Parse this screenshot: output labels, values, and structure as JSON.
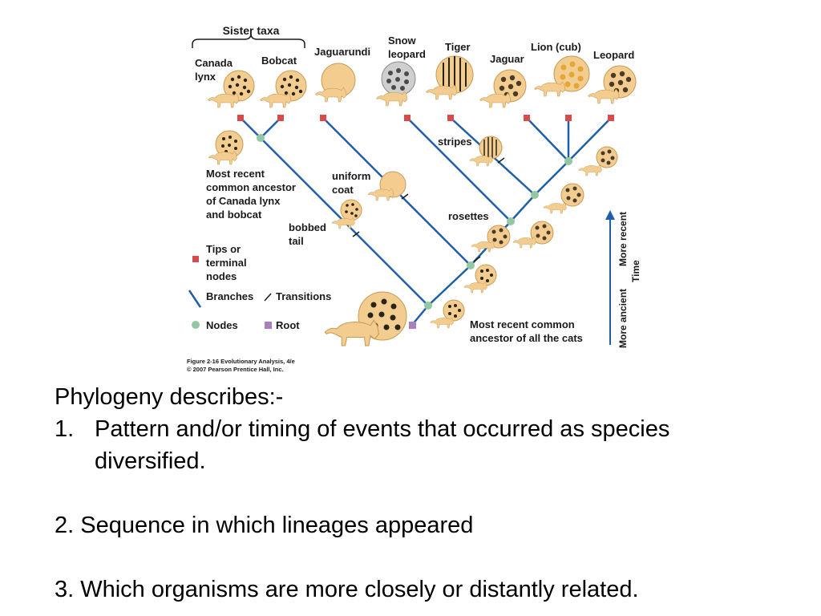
{
  "figure": {
    "sister_taxa": "Sister taxa",
    "tips": {
      "canada_lynx": [
        "Canada",
        "lynx"
      ],
      "bobcat": "Bobcat",
      "jaguarundi": "Jaguarundi",
      "snow_leopard": [
        "Snow",
        "leopard"
      ],
      "tiger": "Tiger",
      "jaguar": "Jaguar",
      "lion": "Lion (cub)",
      "leopard": "Leopard"
    },
    "transitions": {
      "stripes": "stripes",
      "uniform_coat": [
        "uniform",
        "coat"
      ],
      "bobbed_tail": [
        "bobbed",
        "tail"
      ],
      "rosettes": "rosettes"
    },
    "annotations": {
      "mrca_lynx_bobcat": [
        "Most recent",
        "common ancestor",
        "of Canada lynx",
        "and bobcat"
      ],
      "mrca_all_cats": [
        "Most recent common",
        "ancestor of all the cats"
      ]
    },
    "legend": {
      "tips": [
        "Tips or",
        "terminal",
        "nodes"
      ],
      "branches": "Branches",
      "transitions": "Transitions",
      "nodes": "Nodes",
      "root": "Root"
    },
    "time_axis": {
      "ancient": "More ancient",
      "recent": "More recent",
      "label": "Time"
    },
    "caption": [
      "Figure 2-16 Evolutionary Analysis, 4/e",
      "© 2007 Pearson Prentice Hall, Inc."
    ],
    "colors": {
      "branch": "#1f5fa8",
      "tip": "#d84b4b",
      "node": "#93c9a2",
      "root": "#a97fbf",
      "cat": "#f2cd8f"
    }
  },
  "text": {
    "intro": "Phylogeny describes:-",
    "item1_num": "1.",
    "item1_line1": "Pattern and/or timing of events that occurred as species",
    "item1_line2": "diversified.",
    "item2": "2. Sequence in which lineages appeared",
    "item3": "3. Which organisms are more closely or distantly related."
  }
}
